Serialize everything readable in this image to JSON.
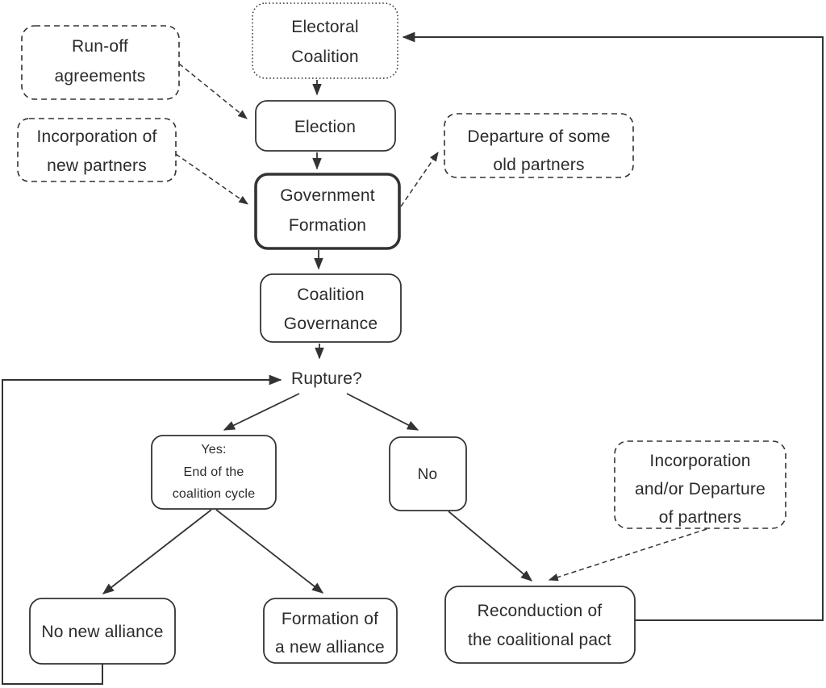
{
  "colors": {
    "line": "#333333",
    "text": "#2b2b2b",
    "bg": "#ffffff"
  },
  "diagram": {
    "description": "Coalition cycle flowchart",
    "nodes": {
      "electoral_coalition": {
        "lines": [
          "Electoral",
          "Coalition"
        ],
        "border": "dotted"
      },
      "runoff_agreements": {
        "lines": [
          "Run-off",
          "agreements"
        ],
        "border": "dashed"
      },
      "election": {
        "lines": [
          "Election"
        ],
        "border": "solid"
      },
      "incorporation_new_partners": {
        "lines": [
          "Incorporation of",
          "new partners"
        ],
        "border": "dashed"
      },
      "government_formation": {
        "lines": [
          "Government",
          "Formation"
        ],
        "border": "bold-solid"
      },
      "departure_old_partners": {
        "lines": [
          "Departure of some",
          "old partners"
        ],
        "border": "dashed"
      },
      "coalition_governance": {
        "lines": [
          "Coalition",
          "Governance"
        ],
        "border": "solid"
      },
      "rupture": {
        "lines": [
          "Rupture?"
        ],
        "border": "none"
      },
      "yes_end_cycle": {
        "lines": [
          "Yes:",
          "End of the",
          "coalition cycle"
        ],
        "border": "solid"
      },
      "no": {
        "lines": [
          "No"
        ],
        "border": "solid"
      },
      "incorporation_departure_partners": {
        "lines": [
          "Incorporation",
          "and/or Departure",
          "of partners"
        ],
        "border": "dashed"
      },
      "no_new_alliance": {
        "lines": [
          "No new alliance"
        ],
        "border": "solid"
      },
      "formation_new_alliance": {
        "lines": [
          "Formation of",
          "a new alliance"
        ],
        "border": "solid"
      },
      "reconduction_pact": {
        "lines": [
          "Reconduction of",
          "the coalitional pact"
        ],
        "border": "solid"
      }
    },
    "edges": [
      {
        "from": "electoral_coalition",
        "to": "election",
        "style": "solid"
      },
      {
        "from": "election",
        "to": "government_formation",
        "style": "solid"
      },
      {
        "from": "government_formation",
        "to": "coalition_governance",
        "style": "solid"
      },
      {
        "from": "coalition_governance",
        "to": "rupture",
        "style": "solid"
      },
      {
        "from": "rupture",
        "to": "yes_end_cycle",
        "style": "solid"
      },
      {
        "from": "rupture",
        "to": "no",
        "style": "solid"
      },
      {
        "from": "yes_end_cycle",
        "to": "no_new_alliance",
        "style": "solid"
      },
      {
        "from": "yes_end_cycle",
        "to": "formation_new_alliance",
        "style": "solid"
      },
      {
        "from": "no",
        "to": "reconduction_pact",
        "style": "solid"
      },
      {
        "from": "runoff_agreements",
        "to": "election",
        "style": "dashed"
      },
      {
        "from": "incorporation_new_partners",
        "to": "government_formation",
        "style": "dashed"
      },
      {
        "from": "government_formation",
        "to": "departure_old_partners",
        "style": "dashed"
      },
      {
        "from": "incorporation_departure_partners",
        "to": "reconduction_pact",
        "style": "dashed"
      },
      {
        "from": "reconduction_pact",
        "to": "electoral_coalition",
        "style": "solid-loop-right"
      },
      {
        "from": "no_new_alliance",
        "to": "rupture",
        "style": "solid-loop-left"
      }
    ]
  }
}
